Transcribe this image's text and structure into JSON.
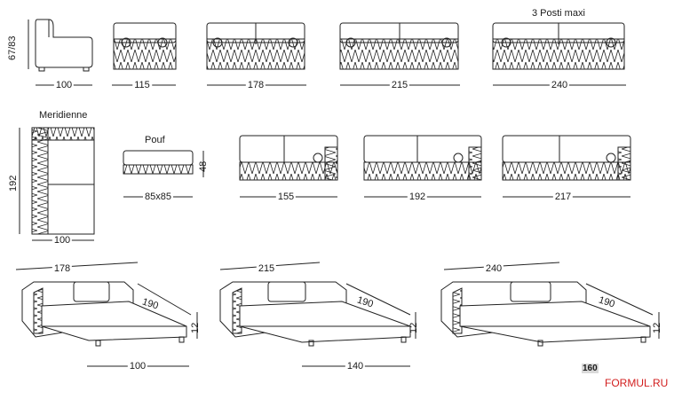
{
  "labels": {
    "height_range": "67/83",
    "w_armchair": "100",
    "w_sofa_115": "115",
    "w_sofa_178": "178",
    "w_sofa_215": "215",
    "w_sofa_240": "240",
    "maxi_title": "3 Posti maxi",
    "meridienne_title": "Meridienne",
    "meridienne_length": "192",
    "meridienne_width": "100",
    "pouf_title": "Pouf",
    "pouf_size": "85x85",
    "pouf_height": "48",
    "w_chaise_155": "155",
    "w_chaise_192": "192",
    "w_chaise_217": "217",
    "bed1_width": "178",
    "bed1_depth": "190",
    "bed1_height": "12",
    "bed1_mattress": "100",
    "bed2_width": "215",
    "bed2_depth": "190",
    "bed2_height": "12",
    "bed2_mattress": "140",
    "bed3_width": "240",
    "bed3_depth": "190",
    "bed3_height": "12",
    "page_number": "160",
    "brand": "FORMUL.RU"
  }
}
